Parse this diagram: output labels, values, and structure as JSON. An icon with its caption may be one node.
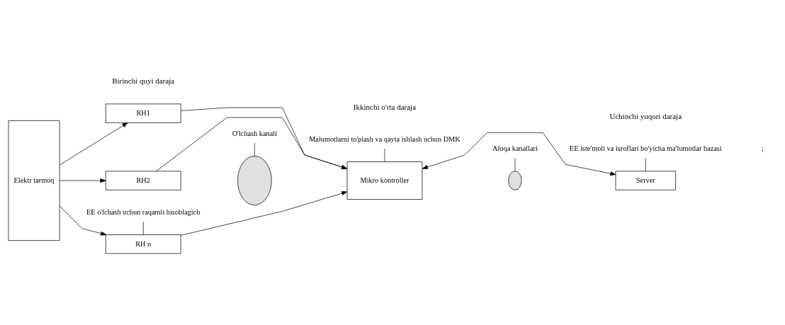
{
  "diagram": {
    "nodes": [
      {
        "text": [
          "Elektr tarmoq"
        ]
      },
      {
        "text": [
          "RH1"
        ]
      },
      {
        "text": [
          "RH2"
        ]
      },
      {
        "text": [
          "RH n"
        ]
      },
      {
        "text": [],
        "shape": "ellipse"
      },
      {
        "text": [
          "Mikro kontroller"
        ]
      },
      {
        "text": [],
        "shape": "ellipse"
      },
      {
        "text": [
          "Server"
        ]
      },
      {
        "text": [
          "O'lchash kanali"
        ]
      },
      {
        "text": [
          "Aloqa kanallari"
        ]
      },
      {
        "text": [
          "EE o'lchash uchun raqamli hisoblagich"
        ]
      },
      {
        "text": [
          "Malumotlarni to'plash va qayta ishlash uchun DMK"
        ]
      },
      {
        "text": [
          "EE iste'moli va isroflari bo'yicha ma'lumotlar bazasi"
        ]
      }
    ],
    "edges": [
      {
        "from": 0,
        "to": 1,
        "arrow": "to"
      },
      {
        "from": 0,
        "to": 2,
        "arrow": "to"
      },
      {
        "from": 0,
        "to": 3,
        "arrow": "to"
      },
      {
        "from": 1,
        "to": 5,
        "arrow": "to"
      },
      {
        "from": 2,
        "to": 5,
        "arrow": "to"
      },
      {
        "from": 3,
        "to": 5,
        "arrow": "to"
      },
      {
        "from": 5,
        "to": 7,
        "arrow": "both"
      },
      {
        "from": 8,
        "to": 4,
        "arrow": "none"
      },
      {
        "from": 9,
        "to": 6,
        "arrow": "none"
      },
      {
        "from": 10,
        "to": 3,
        "arrow": "none"
      },
      {
        "from": 11,
        "to": 5,
        "arrow": "none"
      },
      {
        "from": 12,
        "to": 7,
        "arrow": "none"
      }
    ],
    "labels": [
      "Birinchi quyi daraja",
      "Ikkinchi o'rta daraja",
      "Uchinchi yuqori daraja",
      ";"
    ]
  }
}
